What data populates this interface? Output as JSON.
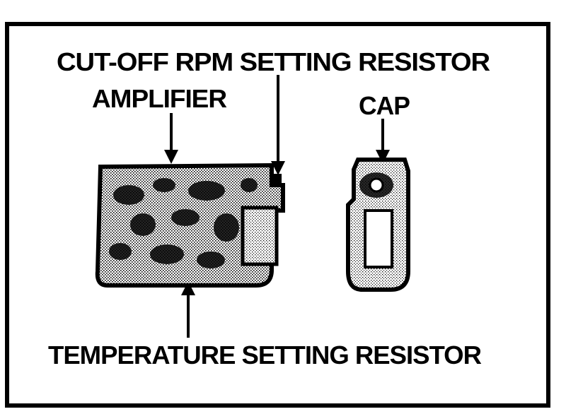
{
  "labels": {
    "cutoff_resistor": "CUT-OFF RPM SETTING RESISTOR",
    "amplifier": "AMPLIFIER",
    "cap": "CAP",
    "temperature_resistor": "TEMPERATURE SETTING RESISTOR"
  },
  "colors": {
    "ink": "#000000",
    "paper": "#ffffff",
    "stipple": "#555555"
  }
}
